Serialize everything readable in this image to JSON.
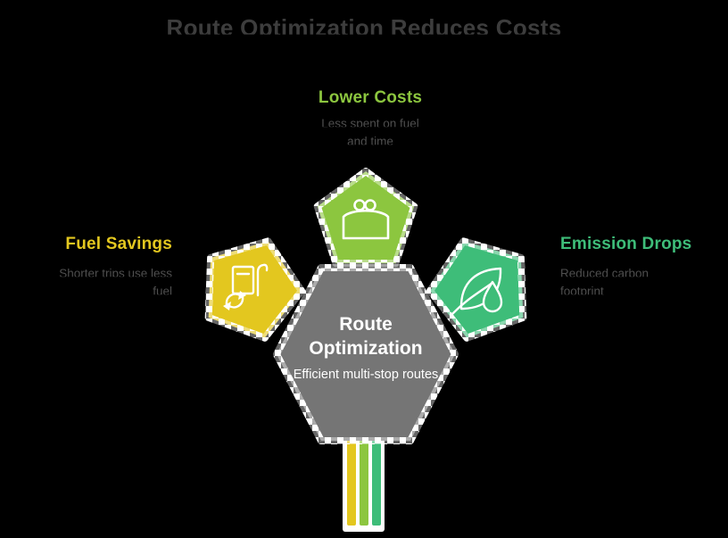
{
  "title": "Route Optimization Reduces Costs",
  "center": {
    "heading": "Route Optimization",
    "description": "Efficient multi-stop routes",
    "color": "#757575"
  },
  "nodes": [
    {
      "id": "lower-costs",
      "label": "Lower Costs",
      "desc_line1": "Less spent on fuel",
      "desc_line2": "and time",
      "color": "#8CC63F",
      "icon": "purse-icon"
    },
    {
      "id": "fuel-savings",
      "label": "Fuel Savings",
      "desc_line1": "Shorter trips use less",
      "desc_line2": "fuel",
      "color": "#E3C71F",
      "icon": "fuel-pump-icon"
    },
    {
      "id": "emission-drops",
      "label": "Emission Drops",
      "desc_line1": "Reduced carbon",
      "desc_line2": "footprint",
      "color": "#3EBD79",
      "icon": "leaf-drop-icon"
    }
  ],
  "stripes": {
    "colors": [
      "#E3C71F",
      "#8CC63F",
      "#3EBD79"
    ]
  },
  "text_colors": {
    "title": "#3D3D3D",
    "description": "#4E4E4E",
    "center_text": "#FFFFFF",
    "border_checker": "#FFFFFF"
  }
}
